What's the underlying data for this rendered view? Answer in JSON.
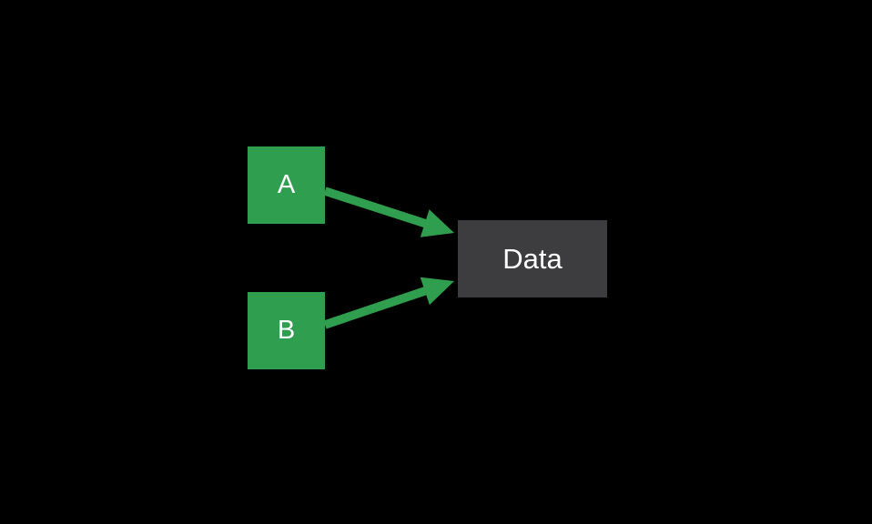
{
  "diagram": {
    "background_color": "#000000",
    "edge_color": "#2f9e4f",
    "nodes": [
      {
        "id": "A",
        "label": "A",
        "shape": "square",
        "fill_color": "#2f9e4f",
        "text_color": "#ffffff"
      },
      {
        "id": "B",
        "label": "B",
        "shape": "square",
        "fill_color": "#2f9e4f",
        "text_color": "#ffffff"
      },
      {
        "id": "Data",
        "label": "Data",
        "shape": "rectangle",
        "fill_color": "#3d3d3f",
        "text_color": "#ffffff"
      }
    ],
    "edges": [
      {
        "from": "A",
        "to": "Data",
        "style": "arrow",
        "color": "#2f9e4f"
      },
      {
        "from": "B",
        "to": "Data",
        "style": "arrow",
        "color": "#2f9e4f"
      }
    ]
  }
}
